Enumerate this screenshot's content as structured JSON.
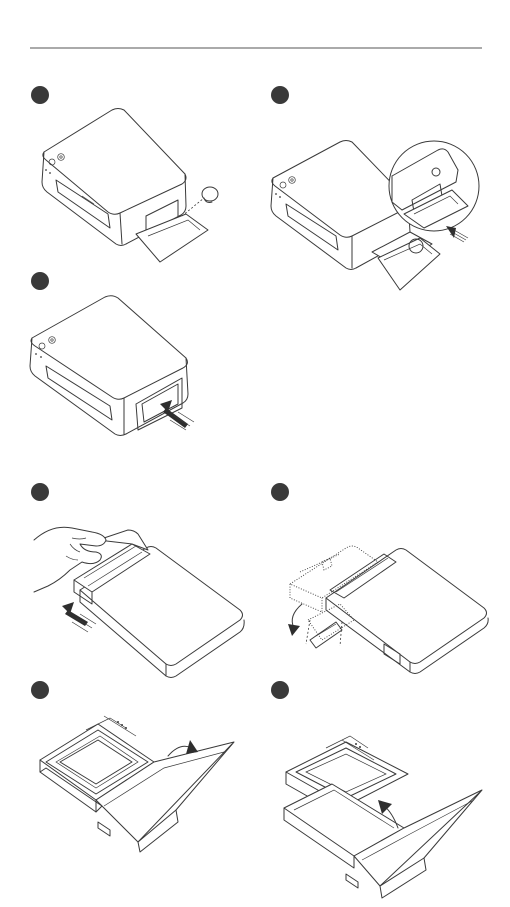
{
  "document": {
    "type": "printer-setup-instructions",
    "colors": {
      "line": "#3a3a3a",
      "marker": "#3a3a3a",
      "background": "#ffffff",
      "rule": "#555555"
    }
  },
  "steps": [
    {
      "id": "install-paper-tray-door",
      "marker": "filled-circle"
    },
    {
      "id": "insert-paper-tray",
      "marker": "filled-circle"
    },
    {
      "id": "push-tray-in",
      "marker": "filled-circle"
    },
    {
      "id": "slide-cartridge-lid",
      "marker": "filled-circle"
    },
    {
      "id": "open-tray-lid",
      "marker": "filled-circle"
    },
    {
      "id": "open-cover",
      "marker": "filled-circle"
    },
    {
      "id": "load-paper-stack",
      "marker": "filled-circle"
    }
  ]
}
